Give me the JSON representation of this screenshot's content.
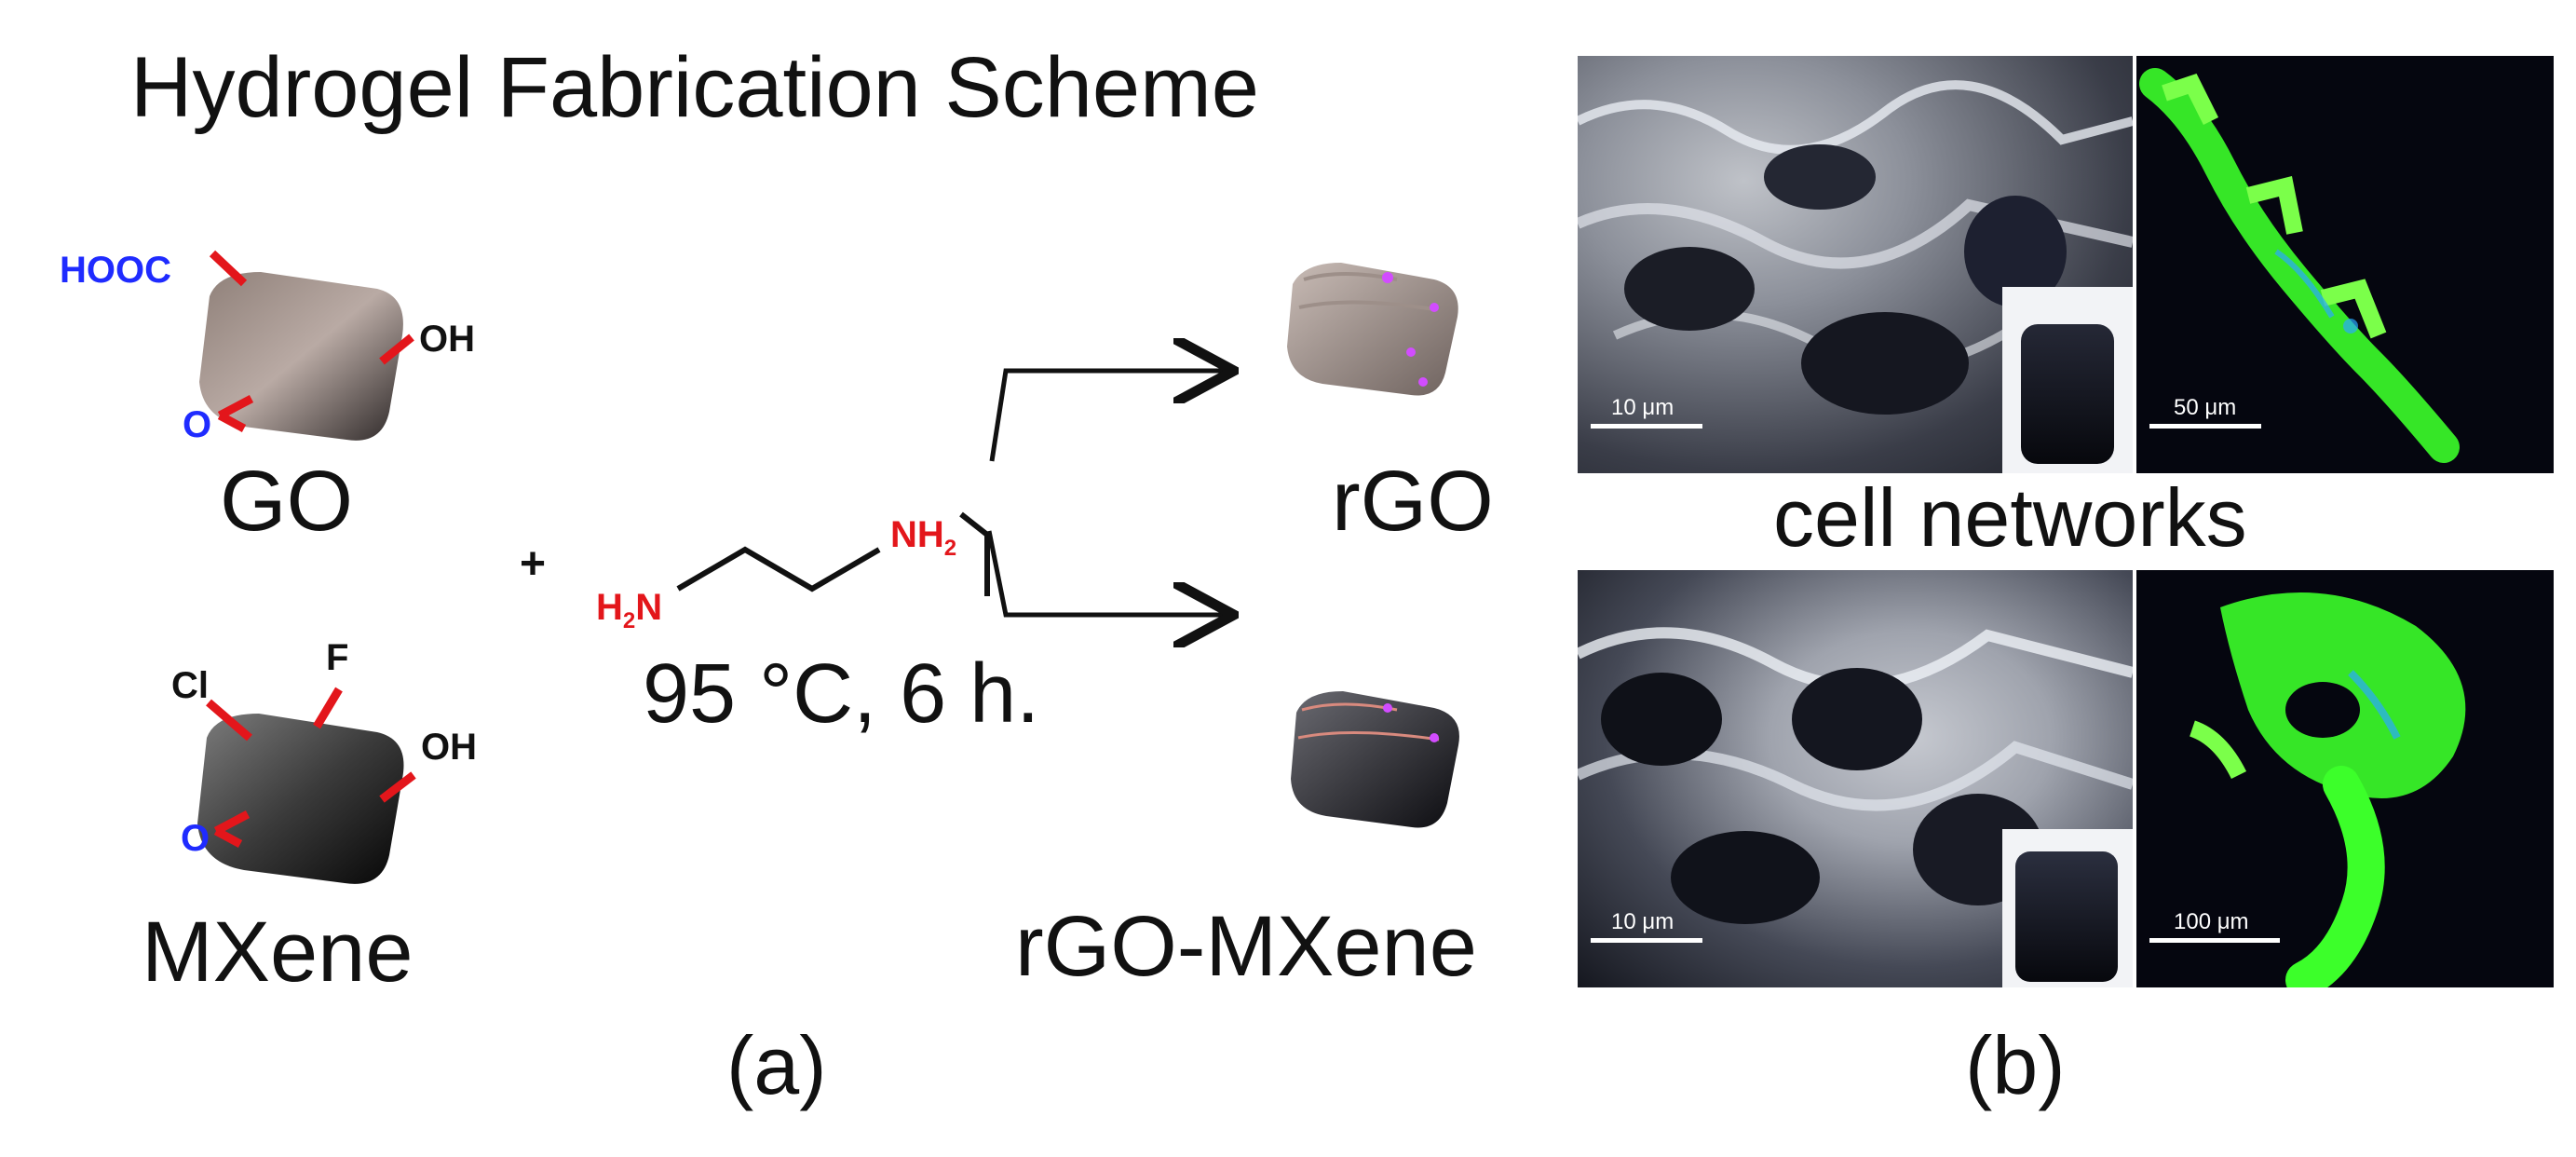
{
  "title": "Hydrogel Fabrication Scheme",
  "materials": {
    "go": {
      "name": "GO",
      "groups": {
        "hooc": "HOOC",
        "oh": "OH",
        "o": "O"
      }
    },
    "mxene": {
      "name": "MXene",
      "groups": {
        "cl": "Cl",
        "f": "F",
        "oh": "OH",
        "o": "O"
      }
    }
  },
  "reaction": {
    "plus": "+",
    "reagent": {
      "h2n": "H",
      "h2n_sub": "2",
      "h2n_n": "N",
      "nh2_n": "NH",
      "nh2_sub": "2"
    },
    "conditions": "95 °C, 6 h."
  },
  "products": {
    "rgo": "rGO",
    "rgo_mxene": "rGO-MXene"
  },
  "panel_b": {
    "caption": "cell networks",
    "scalebars": {
      "sem_top": "10 μm",
      "fluor_top": "50 μm",
      "sem_bottom": "10 μm",
      "fluor_bottom": "100 μm"
    }
  },
  "labels": {
    "a": "(a)",
    "b": "(b)"
  },
  "colors": {
    "group_blue": "#1f2bff",
    "group_red": "#e3161b",
    "fluorescence_green": "#3cff2a",
    "fluorescence_bg": "#05060f"
  }
}
